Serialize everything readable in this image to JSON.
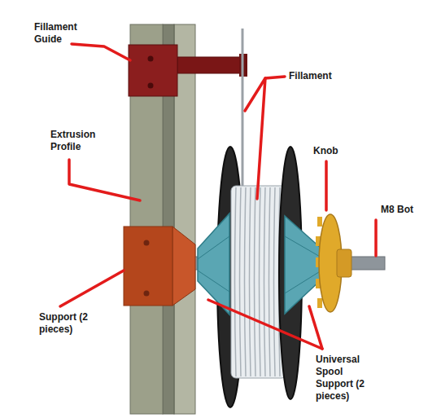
{
  "diagram": {
    "labels": [
      "Fillament Guide",
      "Fillament",
      "Extrusion Profile",
      "Knob",
      "M8 Bot",
      "Support (2 pieces)",
      "Universal Spool Support (2 pieces)"
    ]
  }
}
